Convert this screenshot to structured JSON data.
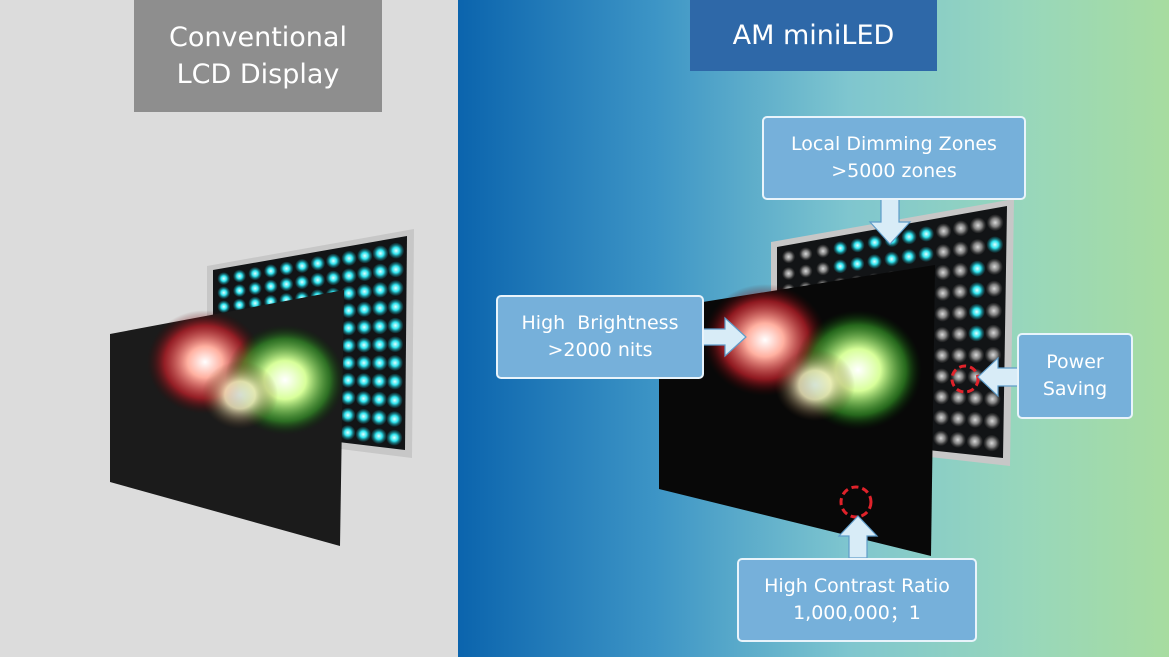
{
  "left_panel": {
    "title_line1": "Conventional",
    "title_line2": "LCD Display"
  },
  "right_panel": {
    "title": "AM miniLED",
    "callouts": {
      "dimming": {
        "line1": "Local Dimming Zones",
        "line2": ">5000 zones"
      },
      "brightness": {
        "line1": "High  Brightness",
        "line2": ">2000 nits"
      },
      "power": {
        "line1": "Power",
        "line2": "Saving"
      },
      "contrast": {
        "line1": "High Contrast Ratio",
        "line2": "1,000,000；1"
      }
    }
  },
  "colors": {
    "led_on": "#2fe3ee",
    "led_off": "#7a7a7a",
    "callout_fill": "#76b0da",
    "callout_arrow": "#d8ecf7",
    "marker_dashed": "#e0222a",
    "left_title_bg": "#8e8e8e",
    "right_title_bg": "#2e68a8"
  }
}
